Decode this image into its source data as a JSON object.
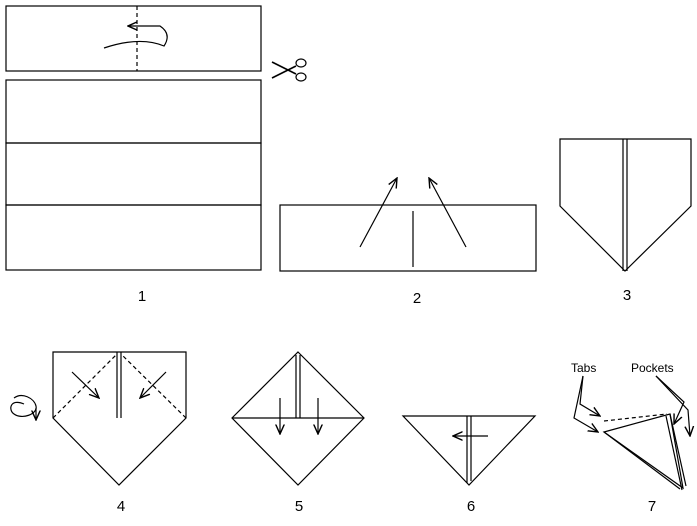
{
  "steps": {
    "s1": "1",
    "s2": "2",
    "s3": "3",
    "s4": "4",
    "s5": "5",
    "s6": "6",
    "s7": "7"
  },
  "labels": {
    "tabs": "Tabs",
    "pockets": "Pockets"
  },
  "icons": {
    "scissors": "scissors-icon",
    "turn_over": "turn-over-icon"
  }
}
